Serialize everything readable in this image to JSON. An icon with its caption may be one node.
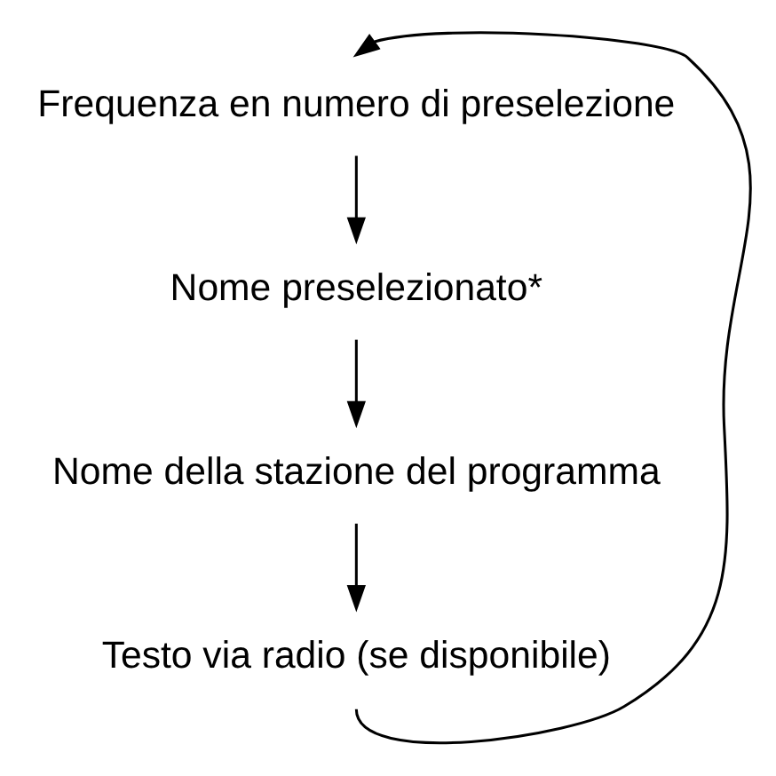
{
  "diagram": {
    "nodes": [
      {
        "text": [
          "Frequenza en numero di preselezione"
        ]
      },
      {
        "text": [
          "Nome preselezionato*"
        ]
      },
      {
        "text": [
          "Nome della stazione del programma"
        ]
      },
      {
        "text": [
          "Testo via radio (se disponibile)"
        ]
      }
    ],
    "edges": [
      {
        "from": 0,
        "to": 1,
        "arrow": "to"
      },
      {
        "from": 1,
        "to": 2,
        "arrow": "to"
      },
      {
        "from": 2,
        "to": 3,
        "arrow": "to"
      },
      {
        "from": 3,
        "to": 0,
        "arrow": "to"
      }
    ]
  }
}
